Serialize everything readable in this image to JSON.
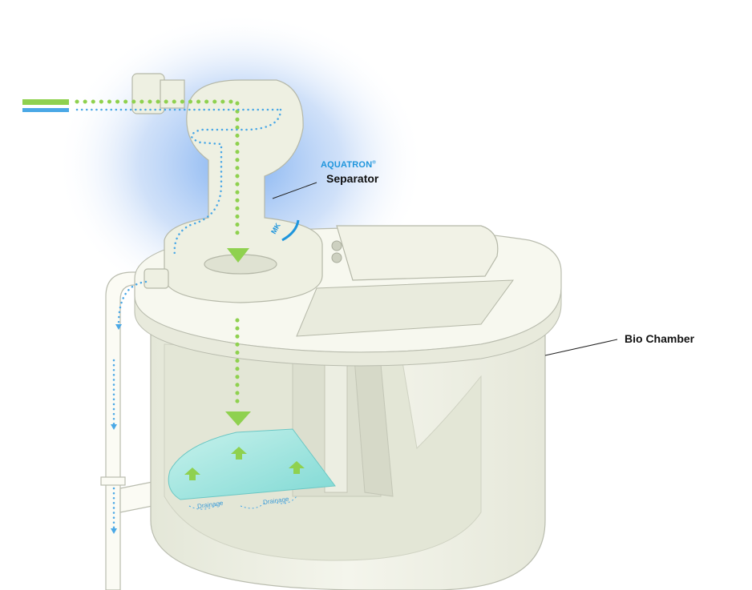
{
  "labels": {
    "brand": "AQUATRON",
    "brand_mark": "®",
    "separator": "Separator",
    "bio_chamber": "Bio Chamber",
    "drainage_1": "Drainage",
    "drainage_2": "Drainage",
    "logo_text": "MK"
  },
  "colors": {
    "urine_flow": "#8fd14f",
    "flush_water": "#4aa8e6",
    "tank_body": "#eef0e4",
    "glow": "#7fb2f0",
    "filter_bed": "#9fe6df"
  },
  "icons": [
    "inlet-pipe-icon",
    "down-arrow-icon",
    "up-arrow-icon"
  ]
}
